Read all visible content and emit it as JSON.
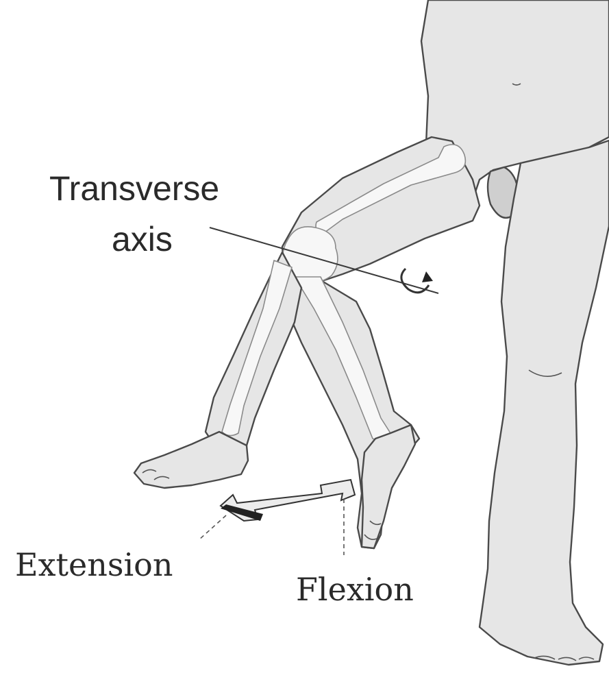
{
  "labels": {
    "axis_line1": "Transverse",
    "axis_line2": "axis",
    "extension": "Extension",
    "flexion": "Flexion"
  },
  "colors": {
    "background": "#ffffff",
    "skin": "#e6e6e6",
    "outline": "#4a4a4a",
    "bone": "#f7f7f7",
    "text": "#2a2a2a"
  }
}
